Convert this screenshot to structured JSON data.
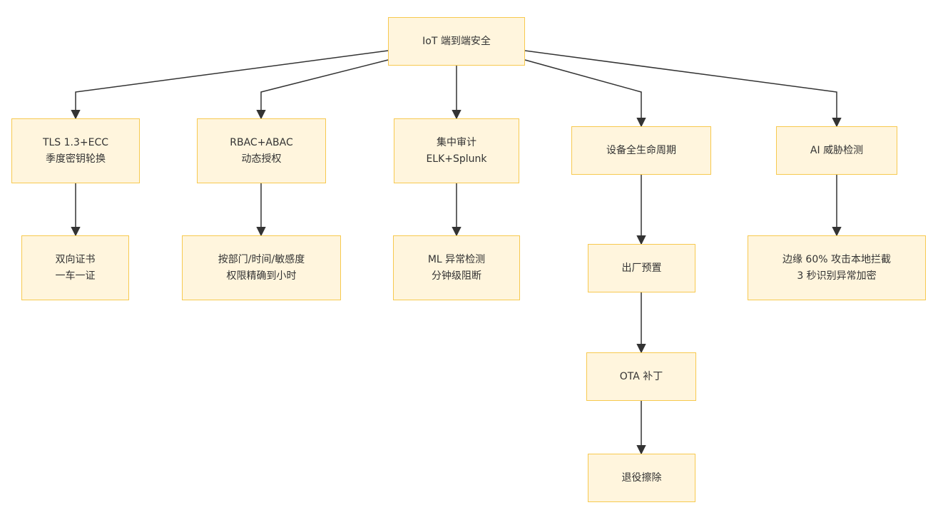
{
  "diagram": {
    "root": {
      "lines": [
        "IoT 端到端安全"
      ]
    },
    "branches": [
      {
        "node": {
          "lines": [
            "TLS 1.3+ECC",
            "季度密钥轮换"
          ]
        },
        "children": [
          {
            "lines": [
              "双向证书",
              "一车一证"
            ]
          }
        ]
      },
      {
        "node": {
          "lines": [
            "RBAC+ABAC",
            "动态授权"
          ]
        },
        "children": [
          {
            "lines": [
              "按部门/时间/敏感度",
              "权限精确到小时"
            ]
          }
        ]
      },
      {
        "node": {
          "lines": [
            "集中审计",
            "ELK+Splunk"
          ]
        },
        "children": [
          {
            "lines": [
              "ML 异常检测",
              "分钟级阻断"
            ]
          }
        ]
      },
      {
        "node": {
          "lines": [
            "设备全生命周期"
          ]
        },
        "children": [
          {
            "lines": [
              "出厂预置"
            ]
          },
          {
            "lines": [
              "OTA 补丁"
            ]
          },
          {
            "lines": [
              "退役擦除"
            ]
          }
        ]
      },
      {
        "node": {
          "lines": [
            "AI 威胁检测"
          ]
        },
        "children": [
          {
            "lines": [
              "边缘 60% 攻击本地拦截",
              "3 秒识别异常加密"
            ]
          }
        ]
      }
    ],
    "colors": {
      "node_fill": "#fff5dd",
      "node_border": "#f7c94f",
      "edge": "#333333",
      "text": "#333333"
    }
  }
}
